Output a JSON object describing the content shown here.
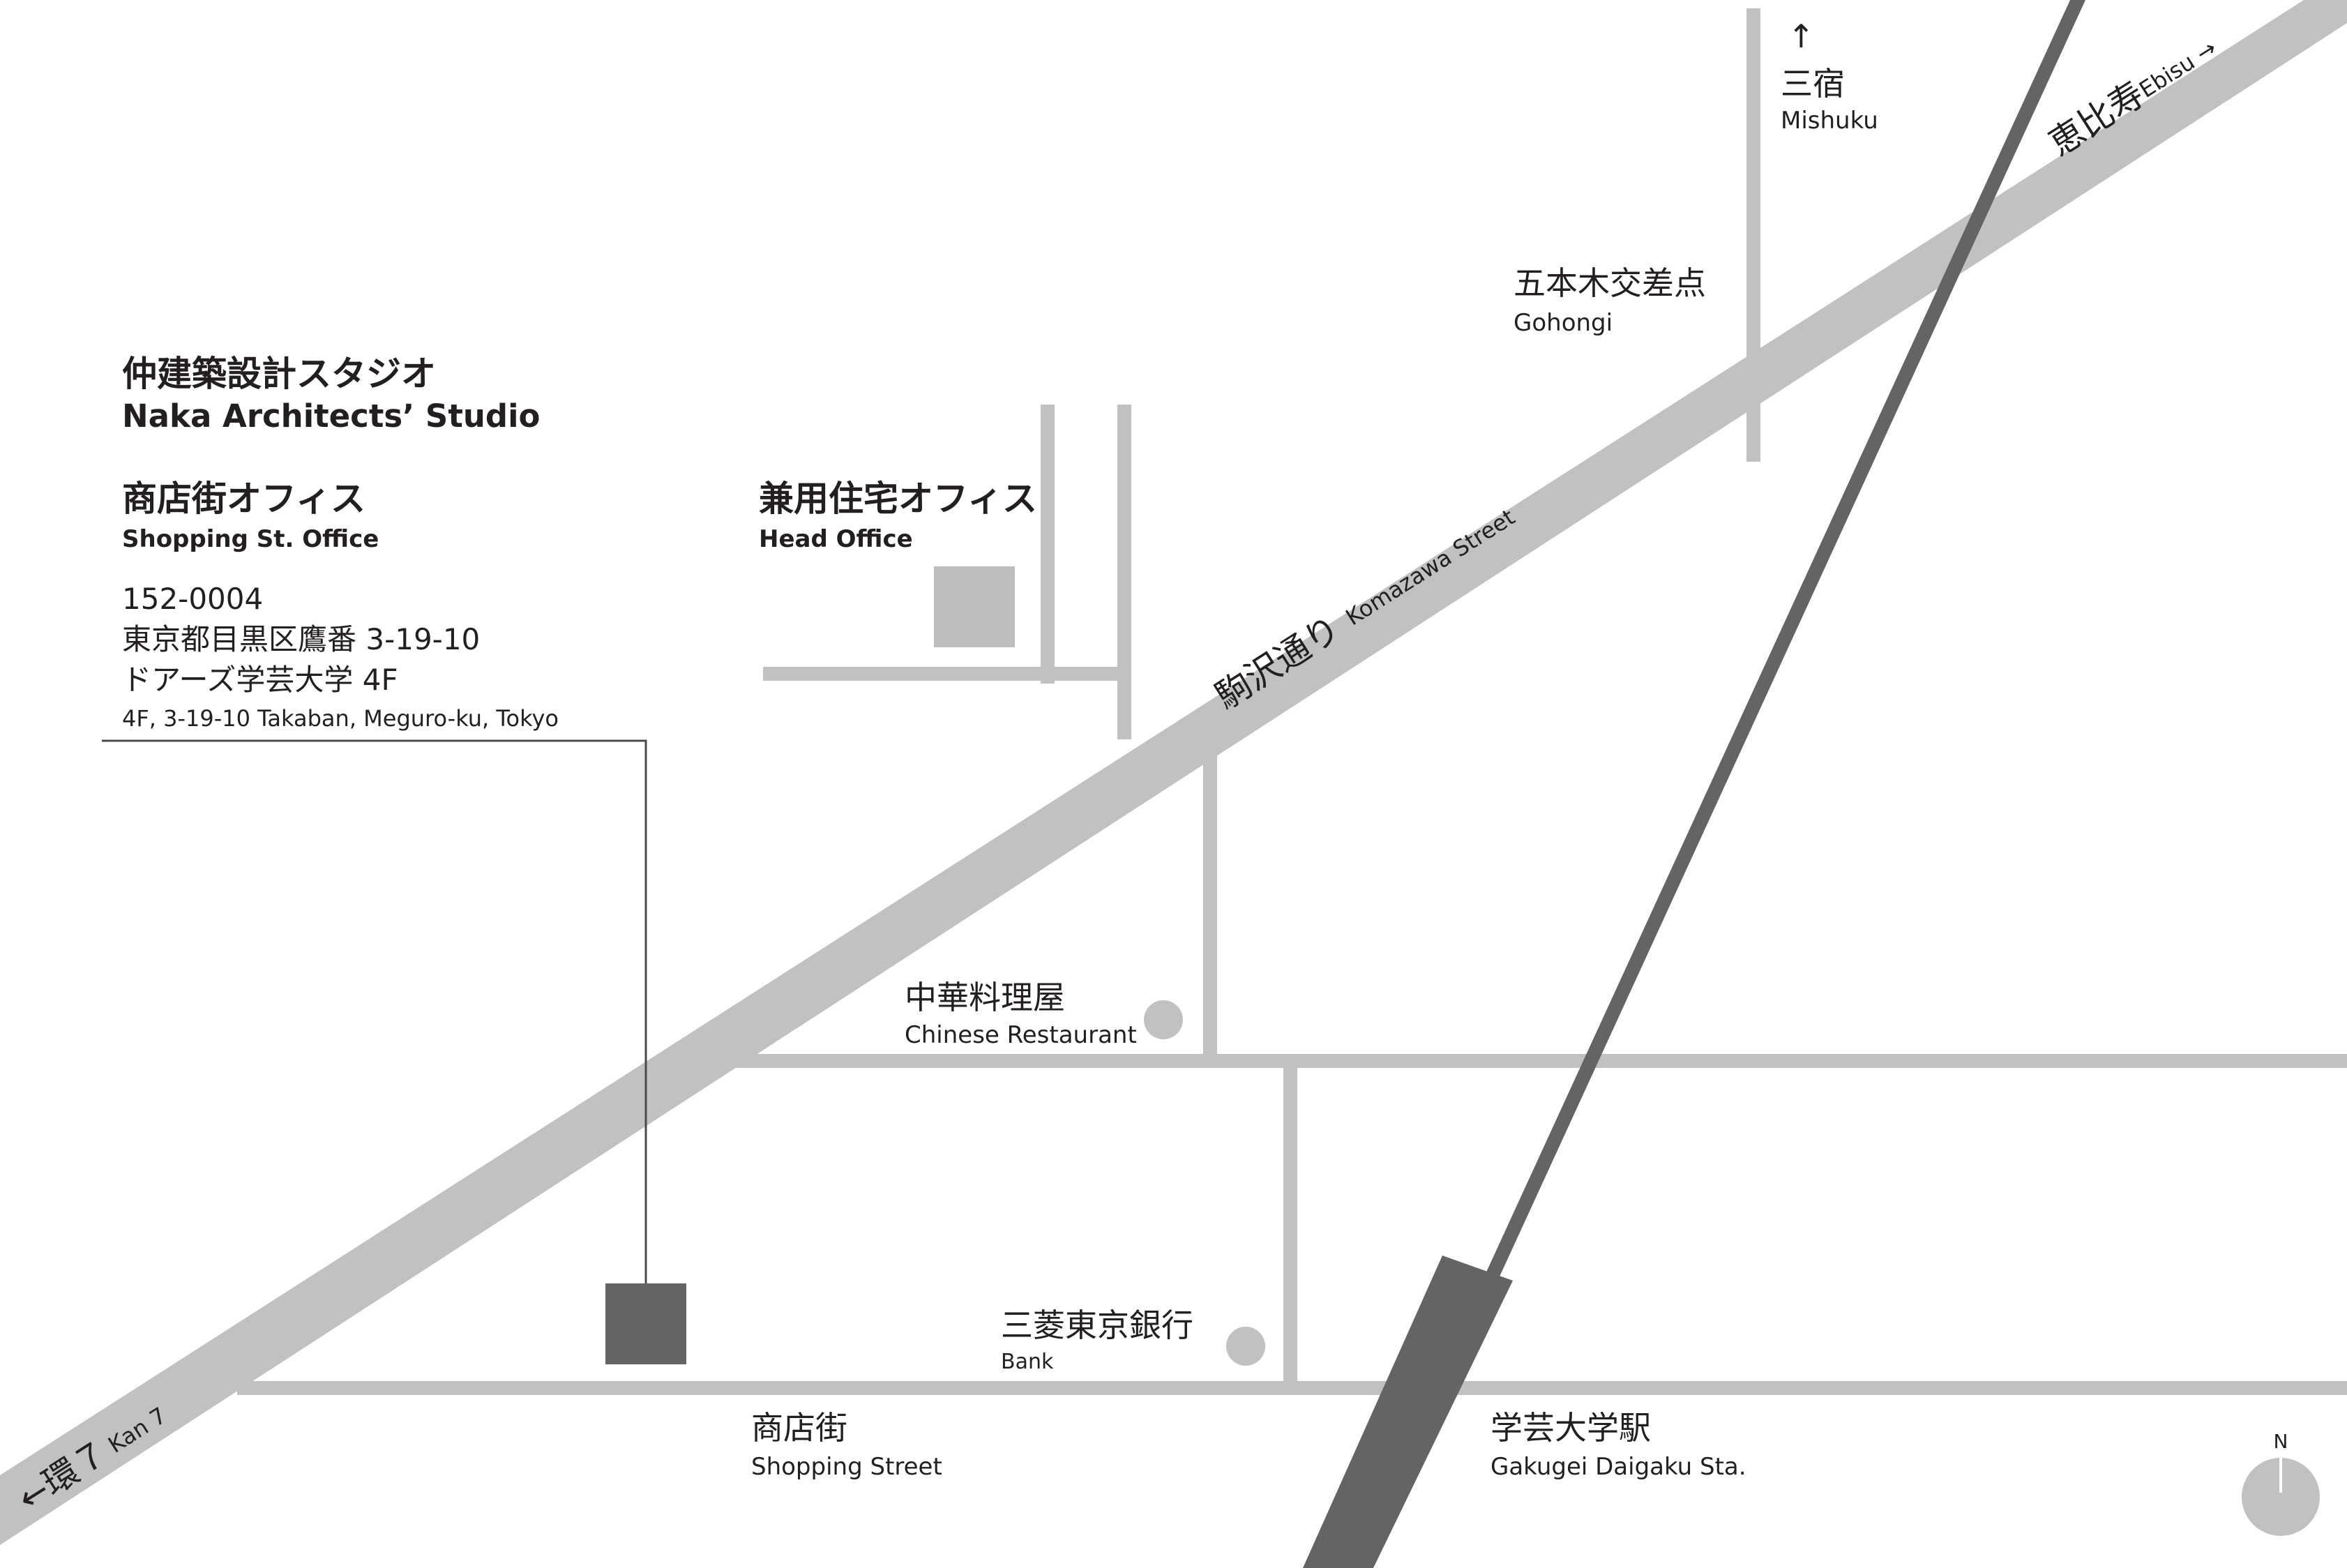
{
  "studio": {
    "name_ja": "仲建築設計スタジオ",
    "name_en": "Naka Architects’ Studio"
  },
  "shopping_office": {
    "title_ja": "商店街オフィス",
    "title_en": "Shopping St. Office",
    "postal": "152-0004",
    "address_ja_1": "東京都目黒区鷹番 3-19-10",
    "address_ja_2": "ドアーズ学芸大学 4F",
    "address_en": "4F, 3-19-10 Takaban, Meguro-ku, Tokyo"
  },
  "head_office": {
    "title_ja": "兼用住宅オフィス",
    "title_en": "Head Office"
  },
  "places": {
    "mishuku_arrow": "↑",
    "mishuku_ja": "三宿",
    "mishuku_en": "Mishuku",
    "gohongi_ja": "五本木交差点",
    "gohongi_en": "Gohongi",
    "ebisu_ja": "恵比寿",
    "ebisu_en": "Ebisu →",
    "komazawa_ja": "駒沢通り",
    "komazawa_en": "Komazawa Street",
    "kan7_ja": "←環７",
    "kan7_en": "Kan 7",
    "chinese_ja": "中華料理屋",
    "chinese_en": "Chinese Restaurant",
    "bank_ja": "三菱東京銀行",
    "bank_en": "Bank",
    "shopping_street_ja": "商店街",
    "shopping_street_en": "Shopping Street",
    "station_ja": "学芸大学駅",
    "station_en": "Gakugei Daigaku Sta.",
    "north": "N"
  },
  "colors": {
    "road": "#c1c1c1",
    "rail": "#646464",
    "building": "#646464",
    "head_office_building": "#bebebe",
    "marker": "#c1c1c1",
    "text": "#231f20",
    "leader_line": "#4a4a4a"
  }
}
